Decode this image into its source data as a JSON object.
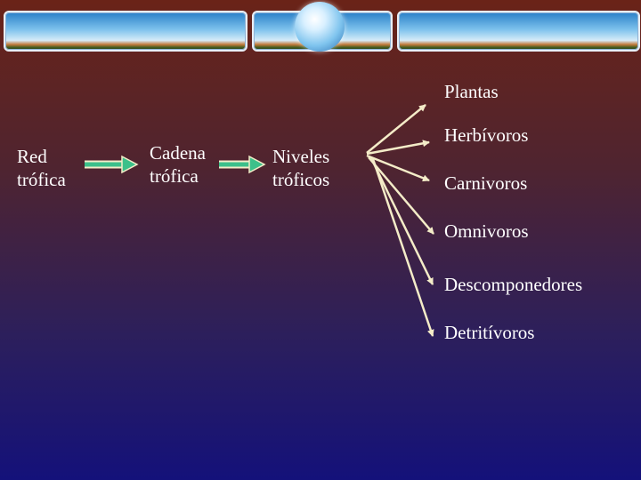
{
  "diagram": {
    "chain": [
      "Red\ntrófica",
      "Cadena\ntrófica",
      "Niveles\ntróficos"
    ],
    "levels": [
      "Plantas",
      "Herbívoros",
      "Carnivoros",
      "Omnivoros",
      "Descomponedores",
      "Detritívoros"
    ]
  },
  "colors": {
    "chain_arrow": "#3cc08a",
    "branch_arrow": "#f4ecc8",
    "text": "#ffffff"
  }
}
